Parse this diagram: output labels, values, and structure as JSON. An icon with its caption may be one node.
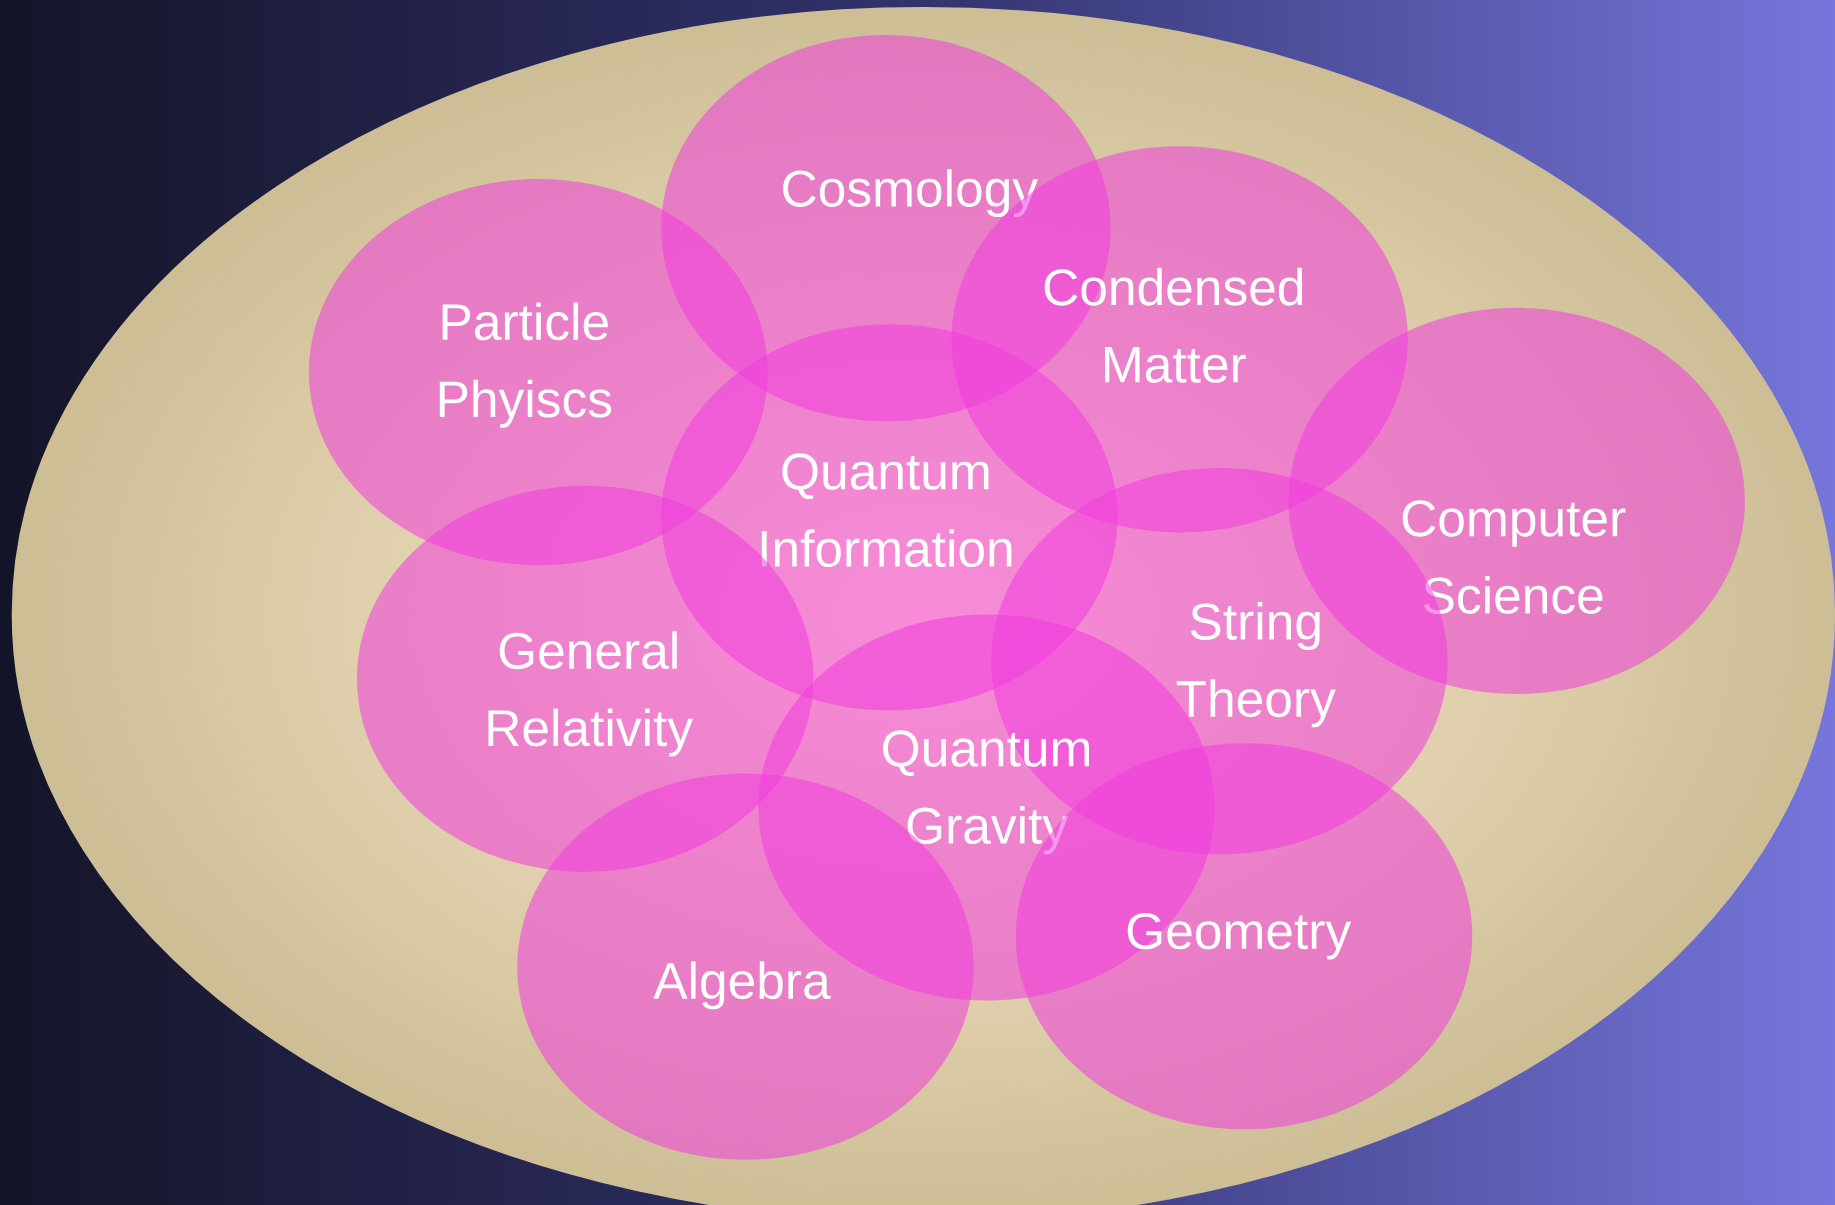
{
  "diagram": {
    "nodes": [
      {
        "text": [],
        "shape": "ellipse"
      },
      {
        "text": [
          "Cosmology"
        ],
        "in": 0
      },
      {
        "text": [
          "Condensed Matter"
        ],
        "in": 0
      },
      {
        "text": [
          "Particle Phyiscs"
        ],
        "in": 0
      },
      {
        "text": [
          "Computer Science"
        ],
        "in": 0
      },
      {
        "text": [
          "Quantum Information"
        ],
        "in": 0
      },
      {
        "text": [
          "String Theory"
        ],
        "in": 0
      },
      {
        "text": [
          "General Relativity"
        ],
        "in": 0
      },
      {
        "text": [
          "Quantum Gravity"
        ],
        "in": 0
      },
      {
        "text": [
          "Geometry"
        ],
        "in": 0
      },
      {
        "text": [
          "Algebra"
        ],
        "in": 0
      }
    ]
  }
}
